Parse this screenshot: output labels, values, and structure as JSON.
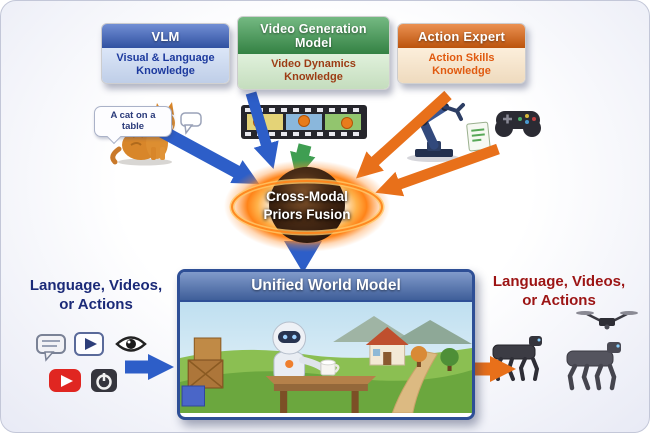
{
  "top_boxes": [
    {
      "id": "vlm",
      "title": "VLM",
      "subtitle": "Visual & Language Knowledge"
    },
    {
      "id": "video-generation-model",
      "title": "Video Generation Model",
      "subtitle": "Video Dynamics Knowledge"
    },
    {
      "id": "action-expert",
      "title": "Action Expert",
      "subtitle": "Action Skills Knowledge"
    }
  ],
  "illustrations": {
    "cat_caption": "A cat on a table",
    "icon_names": [
      "cat-icon",
      "speech-bubble-icon",
      "film-strip-icon",
      "robot-arm-icon",
      "document-icon",
      "gamepad-icon",
      "chat-icon",
      "video-play-icon",
      "eye-icon",
      "youtube-play-icon",
      "power-icon",
      "drone-icon",
      "robot-dog-icon",
      "robot-icon",
      "house-icon",
      "cup-icon",
      "table-icon",
      "crates-icon"
    ]
  },
  "fusion": {
    "label": "Cross-Modal Priors Fusion",
    "line1": "Cross-Modal",
    "line2": "Priors Fusion"
  },
  "world_model": {
    "title": "Unified World Model"
  },
  "left_io": {
    "label": "Language, Videos, or Actions",
    "line1": "Language, Videos,",
    "line2": "or Actions"
  },
  "right_io": {
    "label": "Language, Videos, or Actions",
    "line1": "Language, Videos,",
    "line2": "or Actions"
  },
  "colors": {
    "vlm-header": "#3b63c4",
    "vlm-body": "#c9d9f4",
    "vlm-subtitle": "#1d3a9e",
    "video-header": "#3f9e52",
    "video-body": "#cfe9c8",
    "video-subtitle": "#9c3c14",
    "action-header": "#e4660f",
    "action-body": "#fbe6c8",
    "action-subtitle": "#e05a10",
    "arrow-blue": "#2d5ec8",
    "arrow-green": "#3f9e52",
    "arrow-orange": "#e8701a",
    "left-label": "#1b2a78",
    "right-label": "#9c1414",
    "model-border": "#2e4f96",
    "model-header": "#4a6fb4",
    "fusion-text": "#ffffff",
    "fusion-ring": "#ff8318"
  }
}
